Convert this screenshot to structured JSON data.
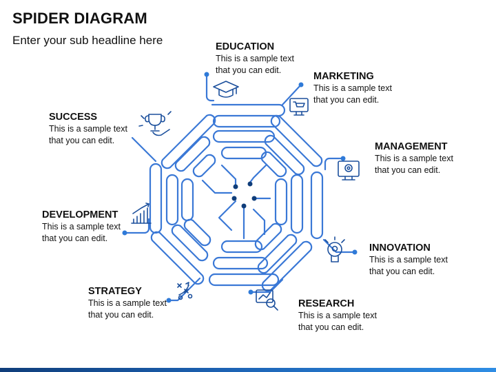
{
  "title": "SPIDER DIAGRAM",
  "subtitle": "Enter your sub headline here",
  "colors": {
    "line": "#3a78d6",
    "node": "#0f3d7a",
    "accent": "#2f8de4"
  },
  "items": [
    {
      "key": "education",
      "heading": "EDUCATION",
      "line1": "This is a sample text",
      "line2": "that you can edit.",
      "icon": "graduation-cap-icon"
    },
    {
      "key": "marketing",
      "heading": "MARKETING",
      "line1": "This is a sample text",
      "line2": "that you can edit.",
      "icon": "shopping-cart-monitor-icon"
    },
    {
      "key": "management",
      "heading": "MANAGEMENT",
      "line1": "This is a sample text",
      "line2": "that you can edit.",
      "icon": "monitor-gear-icon"
    },
    {
      "key": "innovation",
      "heading": "INNOVATION",
      "line1": "This is a sample text",
      "line2": "that you can edit.",
      "icon": "lightbulb-gear-icon"
    },
    {
      "key": "research",
      "heading": "RESEARCH",
      "line1": "This is a sample text",
      "line2": "that you can edit.",
      "icon": "magnifier-chart-icon"
    },
    {
      "key": "strategy",
      "heading": "STRATEGY",
      "line1": "This is a sample text",
      "line2": "that you can edit.",
      "icon": "tactics-board-icon"
    },
    {
      "key": "development",
      "heading": "DEVELOPMENT",
      "line1": "This is a sample text",
      "line2": "that you can edit.",
      "icon": "growth-chart-icon"
    },
    {
      "key": "success",
      "heading": "SUCCESS",
      "line1": "This is a sample text",
      "line2": "that you can edit.",
      "icon": "trophy-hand-icon"
    }
  ]
}
